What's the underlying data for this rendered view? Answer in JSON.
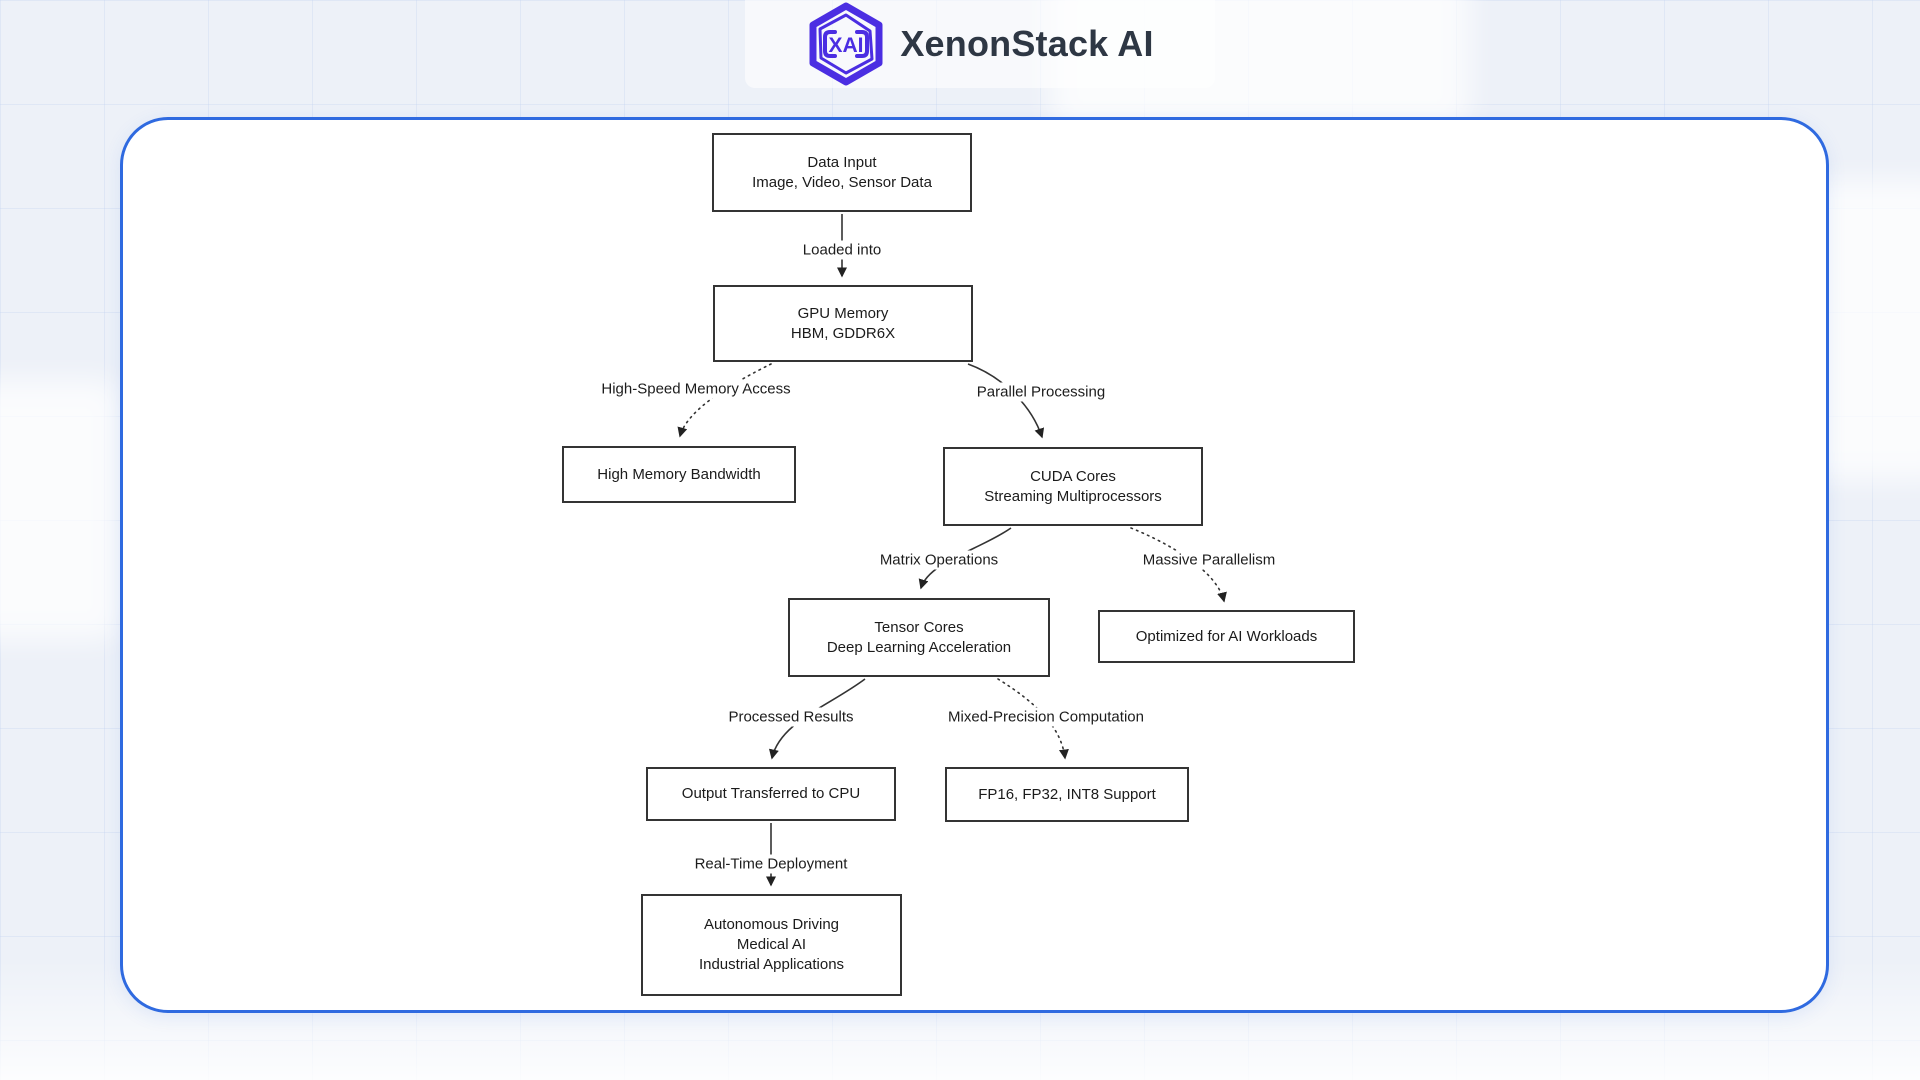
{
  "header": {
    "brand": "XenonStack AI",
    "logo_monogram": "XAI",
    "logo_color": "#4b2ee2"
  },
  "colors": {
    "page_background": "#edf1f8",
    "container_border": "#2f6ae0",
    "container_fill": "#ffffff",
    "node_border": "#343434",
    "edge_line": "#333333",
    "text": "#1b1b1b"
  },
  "diagram": {
    "nodes": {
      "data_input": {
        "line1": "Data Input",
        "line2": "Image, Video, Sensor Data"
      },
      "gpu_memory": {
        "line1": "GPU Memory",
        "line2": "HBM, GDDR6X"
      },
      "high_memory_bandwidth": {
        "line1": "High Memory Bandwidth"
      },
      "cuda_cores": {
        "line1": "CUDA Cores",
        "line2": "Streaming Multiprocessors"
      },
      "tensor_cores": {
        "line1": "Tensor Cores",
        "line2": "Deep Learning Acceleration"
      },
      "optimized_ai": {
        "line1": "Optimized for AI Workloads"
      },
      "output_cpu": {
        "line1": "Output Transferred to CPU"
      },
      "fp_support": {
        "line1": "FP16, FP32, INT8 Support"
      },
      "applications": {
        "line1": "Autonomous Driving",
        "line2": "Medical AI",
        "line3": "Industrial Applications"
      }
    },
    "edge_labels": {
      "loaded_into": "Loaded into",
      "high_speed_memory_access": "High-Speed Memory Access",
      "parallel_processing": "Parallel Processing",
      "matrix_operations": "Matrix Operations",
      "massive_parallelism": "Massive Parallelism",
      "processed_results": "Processed Results",
      "mixed_precision": "Mixed-Precision Computation",
      "real_time_deployment": "Real-Time Deployment"
    },
    "edge_list": [
      {
        "from": "data_input",
        "to": "gpu_memory",
        "style": "solid",
        "label": "Loaded into"
      },
      {
        "from": "gpu_memory",
        "to": "high_memory_bandwidth",
        "style": "dotted",
        "label": "High-Speed Memory Access"
      },
      {
        "from": "gpu_memory",
        "to": "cuda_cores",
        "style": "solid",
        "label": "Parallel Processing"
      },
      {
        "from": "cuda_cores",
        "to": "tensor_cores",
        "style": "solid",
        "label": "Matrix Operations"
      },
      {
        "from": "cuda_cores",
        "to": "optimized_ai",
        "style": "dotted",
        "label": "Massive Parallelism"
      },
      {
        "from": "tensor_cores",
        "to": "output_cpu",
        "style": "solid",
        "label": "Processed Results"
      },
      {
        "from": "tensor_cores",
        "to": "fp_support",
        "style": "dotted",
        "label": "Mixed-Precision Computation"
      },
      {
        "from": "output_cpu",
        "to": "applications",
        "style": "solid",
        "label": "Real-Time Deployment"
      }
    ]
  }
}
